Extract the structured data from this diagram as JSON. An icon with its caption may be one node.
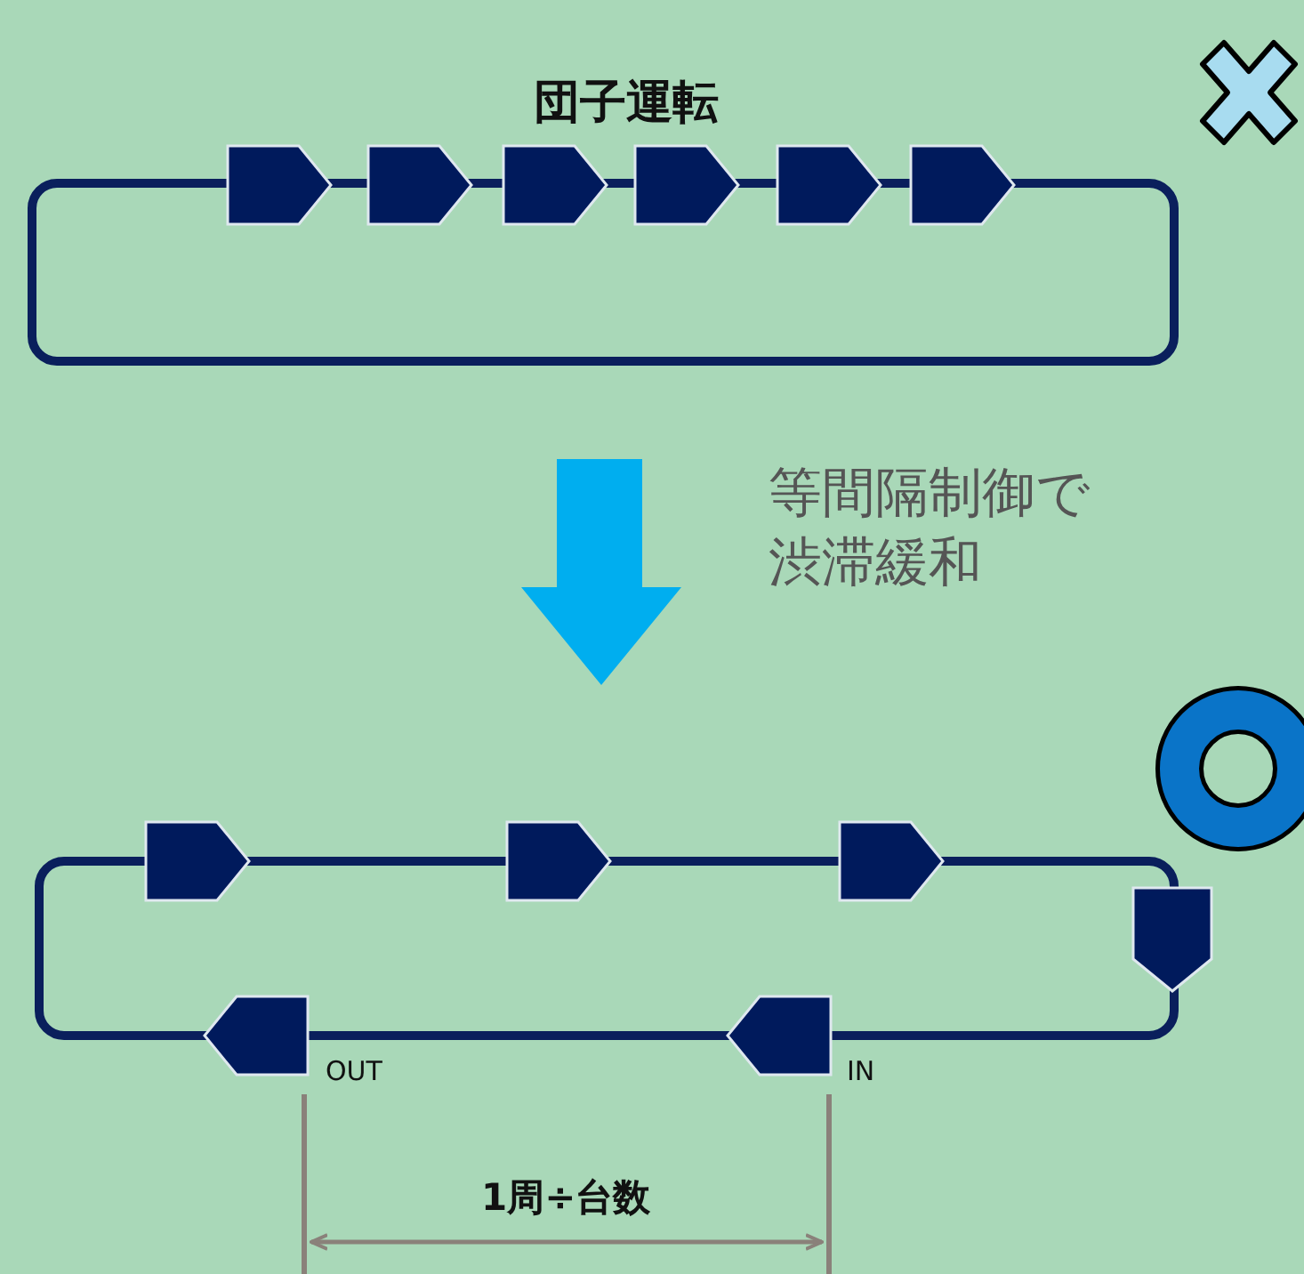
{
  "diagram": {
    "labels": [
      "団子運転",
      "等間隔制御で渋滞緩和",
      "OUT",
      "IN",
      "1周÷台数"
    ]
  }
}
